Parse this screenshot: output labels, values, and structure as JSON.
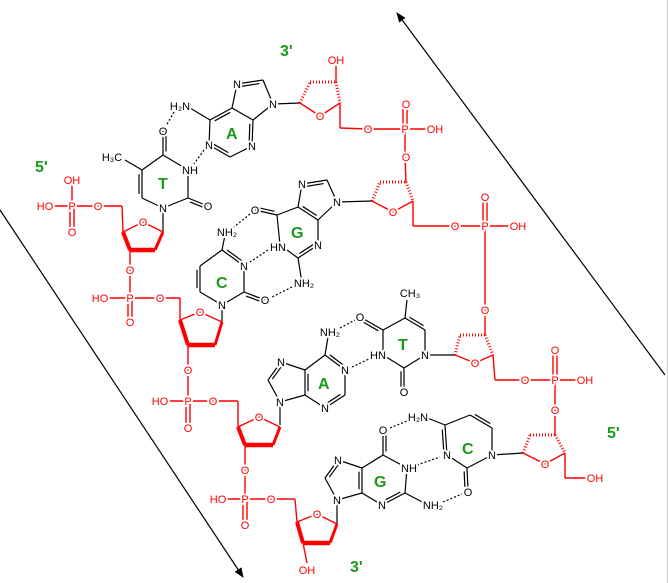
{
  "title": "DNA double strand structure",
  "ends": {
    "top_left_strand_end": "3'",
    "left_strand_start": "5'",
    "right_strand_start": "5'",
    "bottom_strand_end": "3'"
  },
  "bases": [
    "A",
    "T",
    "G",
    "C",
    "T",
    "A",
    "C",
    "G"
  ],
  "atoms": {
    "N": "N",
    "O": "O",
    "OH": "OH",
    "HO": "HO",
    "P": "P",
    "NH": "NH",
    "HN": "HN",
    "NH2": "NH₂",
    "H2N": "H₂N",
    "CH3": "CH₃",
    "H3C": "H₃C"
  },
  "colors": {
    "backbone": "#ff0000",
    "base_structure": "#000000",
    "base_letter": "#1a9a1a",
    "strand_arrow": "#000000"
  }
}
